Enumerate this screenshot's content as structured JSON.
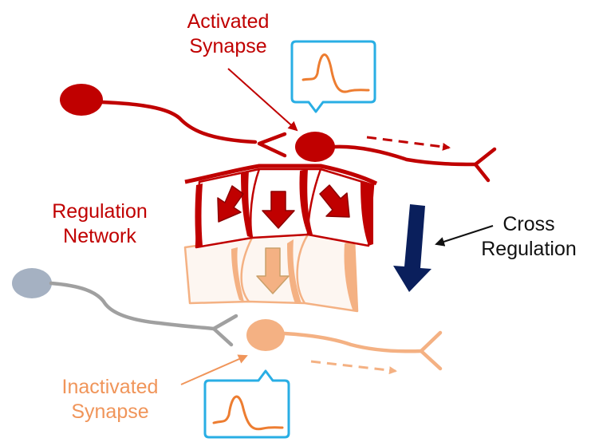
{
  "labels": {
    "activated_line1": "Activated",
    "activated_line2": "Synapse",
    "regulation_line1": "Regulation",
    "regulation_line2": "Network",
    "cross_line1": "Cross",
    "cross_line2": "Regulation",
    "inactivated_line1": "Inactivated",
    "inactivated_line2": "Synapse"
  },
  "colors": {
    "activated": "#c00000",
    "inactive": "#f4b183",
    "inactive_text": "#f0955a",
    "upstream_inactive": "#a5b1c2",
    "axon_gray": "#a0a0a0",
    "callout_border": "#29aee4",
    "spike_trace": "#ed7d31",
    "cross_arrow": "#0a1f5c"
  }
}
